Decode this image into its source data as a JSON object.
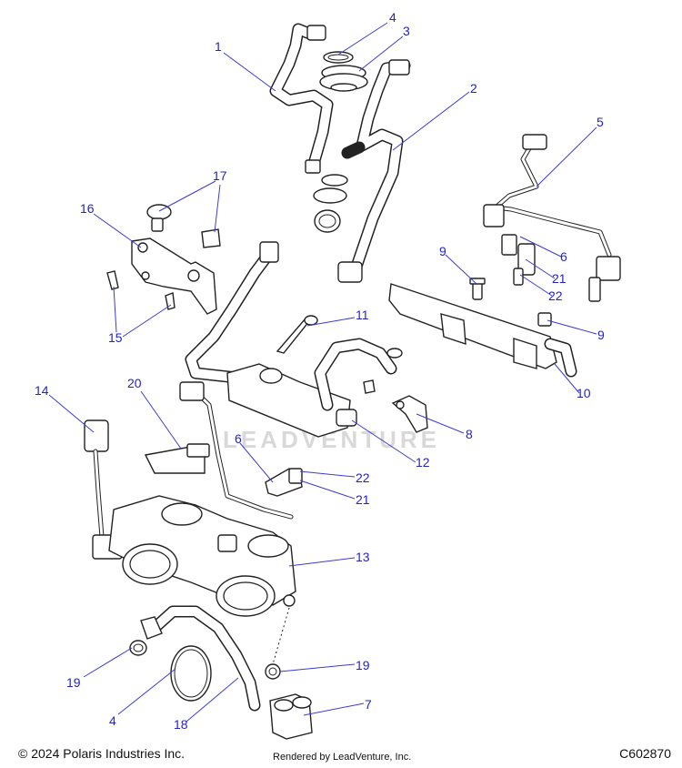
{
  "callouts": [
    {
      "id": "c1",
      "label": "1"
    },
    {
      "id": "c2",
      "label": "2"
    },
    {
      "id": "c3",
      "label": "3"
    },
    {
      "id": "c4a",
      "label": "4"
    },
    {
      "id": "c4b",
      "label": "4"
    },
    {
      "id": "c5",
      "label": "5"
    },
    {
      "id": "c6a",
      "label": "6"
    },
    {
      "id": "c6b",
      "label": "6"
    },
    {
      "id": "c7",
      "label": "7"
    },
    {
      "id": "c8",
      "label": "8"
    },
    {
      "id": "c9a",
      "label": "9"
    },
    {
      "id": "c9b",
      "label": "9"
    },
    {
      "id": "c10",
      "label": "10"
    },
    {
      "id": "c11",
      "label": "11"
    },
    {
      "id": "c12",
      "label": "12"
    },
    {
      "id": "c13",
      "label": "13"
    },
    {
      "id": "c14",
      "label": "14"
    },
    {
      "id": "c15",
      "label": "15"
    },
    {
      "id": "c16",
      "label": "16"
    },
    {
      "id": "c17",
      "label": "17"
    },
    {
      "id": "c18",
      "label": "18"
    },
    {
      "id": "c19a",
      "label": "19"
    },
    {
      "id": "c19b",
      "label": "19"
    },
    {
      "id": "c20",
      "label": "20"
    },
    {
      "id": "c21a",
      "label": "21"
    },
    {
      "id": "c21b",
      "label": "21"
    },
    {
      "id": "c22a",
      "label": "22"
    },
    {
      "id": "c22b",
      "label": "22"
    }
  ],
  "watermark": "LEADVENTURE",
  "footer": {
    "copyright": "© 2024 Polaris Industries Inc.",
    "rendered_by": "Rendered by LeadVenture, Inc.",
    "diagram_id": "C602870"
  },
  "colors": {
    "callout": "#2323c8",
    "line_art": "#222222",
    "watermark": "#d8d8d8"
  }
}
